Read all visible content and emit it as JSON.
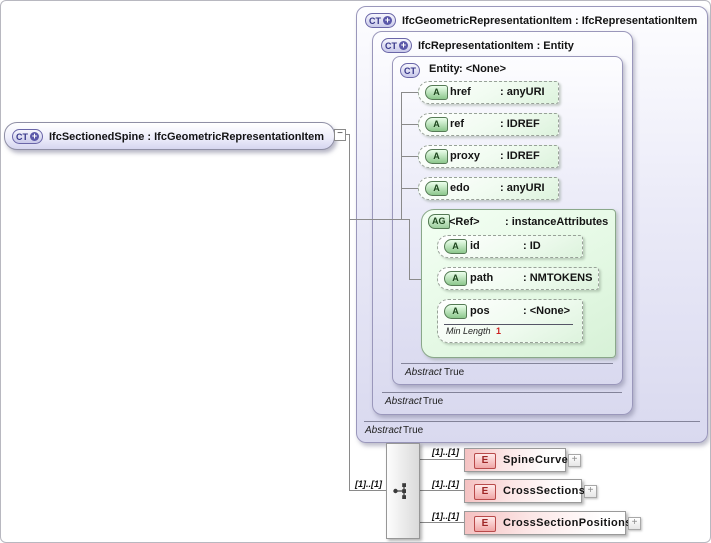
{
  "glyphs": {
    "ct": "CT",
    "a": "A",
    "ag": "AG",
    "e": "E",
    "plus": "+",
    "minus": "−",
    "expand": "+"
  },
  "root": {
    "label": "IfcSectionedSpine : IfcGeometricRepresentationItem"
  },
  "types": {
    "geometric": {
      "title": "IfcGeometricRepresentationItem : IfcRepresentationItem",
      "abstract_label": "Abstract",
      "abstract_value": "True"
    },
    "representation": {
      "title": "IfcRepresentationItem : Entity",
      "abstract_label": "Abstract",
      "abstract_value": "True"
    },
    "entity": {
      "name": "Entity",
      "type": ": <None>",
      "abstract_label": "Abstract",
      "abstract_value": "True"
    }
  },
  "entity_attributes": [
    {
      "name": "href",
      "type": ": anyURI"
    },
    {
      "name": "ref",
      "type": ": IDREF"
    },
    {
      "name": "proxy",
      "type": ": IDREF"
    },
    {
      "name": "edo",
      "type": ": anyURI"
    }
  ],
  "attribute_group": {
    "name": "<Ref>",
    "type": ": instanceAttributes",
    "attributes": [
      {
        "name": "id",
        "type": ": ID"
      },
      {
        "name": "path",
        "type": ": NMTOKENS"
      },
      {
        "name": "pos",
        "type": ": <None>"
      }
    ],
    "facet_label": "Min Length",
    "facet_value": "1"
  },
  "content": {
    "compositor_cardinality": "[1]..[1]",
    "elements": [
      {
        "cardinality": "[1]..[1]",
        "name": "SpineCurve"
      },
      {
        "cardinality": "[1]..[1]",
        "name": "CrossSections"
      },
      {
        "cardinality": "[1]..[1]",
        "name": "CrossSectionPositions"
      }
    ]
  }
}
